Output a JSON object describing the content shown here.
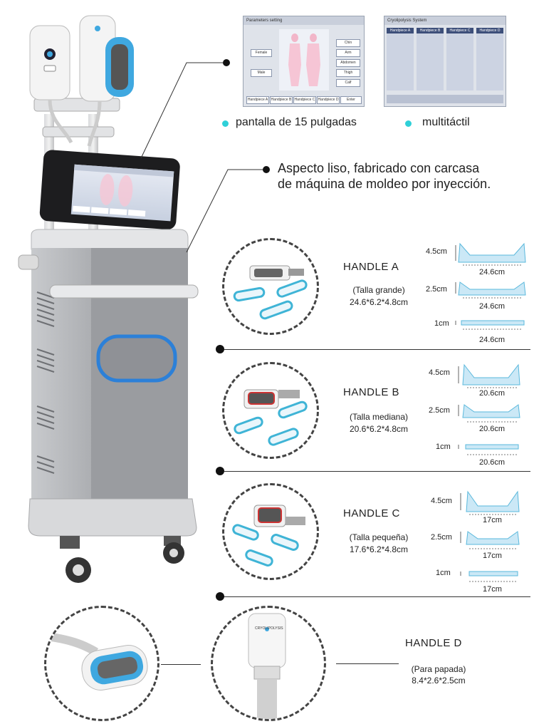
{
  "features": {
    "screen_label": "pantalla de 15 pulgadas",
    "touch_label": "multitáctil",
    "desc_line1": "Aspecto liso, fabricado con carcasa",
    "desc_line2": "de máquina de moldeo por inyección."
  },
  "screen_params": {
    "title": "Parameters setting",
    "female": "Female",
    "male": "Male",
    "areas": [
      "Chin",
      "Arm",
      "Abdomen",
      "Thigh",
      "Calf"
    ],
    "tabs": [
      "Handpiece A",
      "Handpiece B",
      "Handpiece C",
      "Handpiece D",
      "Enter"
    ]
  },
  "screen_system": {
    "title": "Cryolipolysis System",
    "cols": [
      "Handpiece A",
      "Handpiece B",
      "Handpiece C",
      "Handpiece D"
    ]
  },
  "handles": [
    {
      "name": "HANDLE A",
      "size": "(Talla grande)",
      "dims": "24.6*6.2*4.8cm",
      "heights": [
        "4.5cm",
        "2.5cm",
        "1cm"
      ],
      "widths": [
        "24.6cm",
        "24.6cm",
        "24.6cm"
      ]
    },
    {
      "name": "HANDLE B",
      "size": "(Talla mediana)",
      "dims": "20.6*6.2*4.8cm",
      "heights": [
        "4.5cm",
        "2.5cm",
        "1cm"
      ],
      "widths": [
        "20.6cm",
        "20.6cm",
        "20.6cm"
      ]
    },
    {
      "name": "HANDLE C",
      "size": "(Talla pequeña)",
      "dims": "17.6*6.2*4.8cm",
      "heights": [
        "4.5cm",
        "2.5cm",
        "1cm"
      ],
      "widths": [
        "17cm",
        "17cm",
        "17cm"
      ]
    },
    {
      "name": "HANDLE D",
      "size": "(Para papada)",
      "dims": "8.4*2.6*2.5cm"
    }
  ],
  "device_label": "CRYOLIPOLYSIS",
  "colors": {
    "accent": "#2fd0d8",
    "handle_blue": "#3fa8e0",
    "body_grey": "#9c9ea3"
  }
}
